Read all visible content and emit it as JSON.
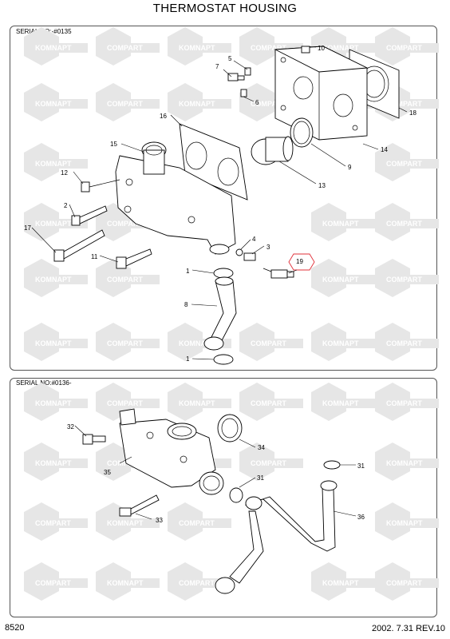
{
  "title": "THERMOSTAT HOUSING",
  "top_section": {
    "serial_label": "SERIAL NO:-#0135",
    "callouts": [
      "10",
      "5",
      "7",
      "6",
      "18",
      "16",
      "15",
      "14",
      "9",
      "13",
      "12",
      "2",
      "17",
      "11",
      "4",
      "3",
      "19",
      "1",
      "8",
      "1"
    ]
  },
  "bottom_section": {
    "serial_label": "SERIAL NO:#0136-",
    "callouts": [
      "32",
      "34",
      "35",
      "31",
      "31",
      "33",
      "36"
    ]
  },
  "watermark": {
    "text_a": "KOMNAPT",
    "text_b": "COMPART"
  },
  "footer": {
    "page_number": "8520",
    "revision": "2002. 7.31  REV.10"
  },
  "highlight_color": "#e0303a"
}
